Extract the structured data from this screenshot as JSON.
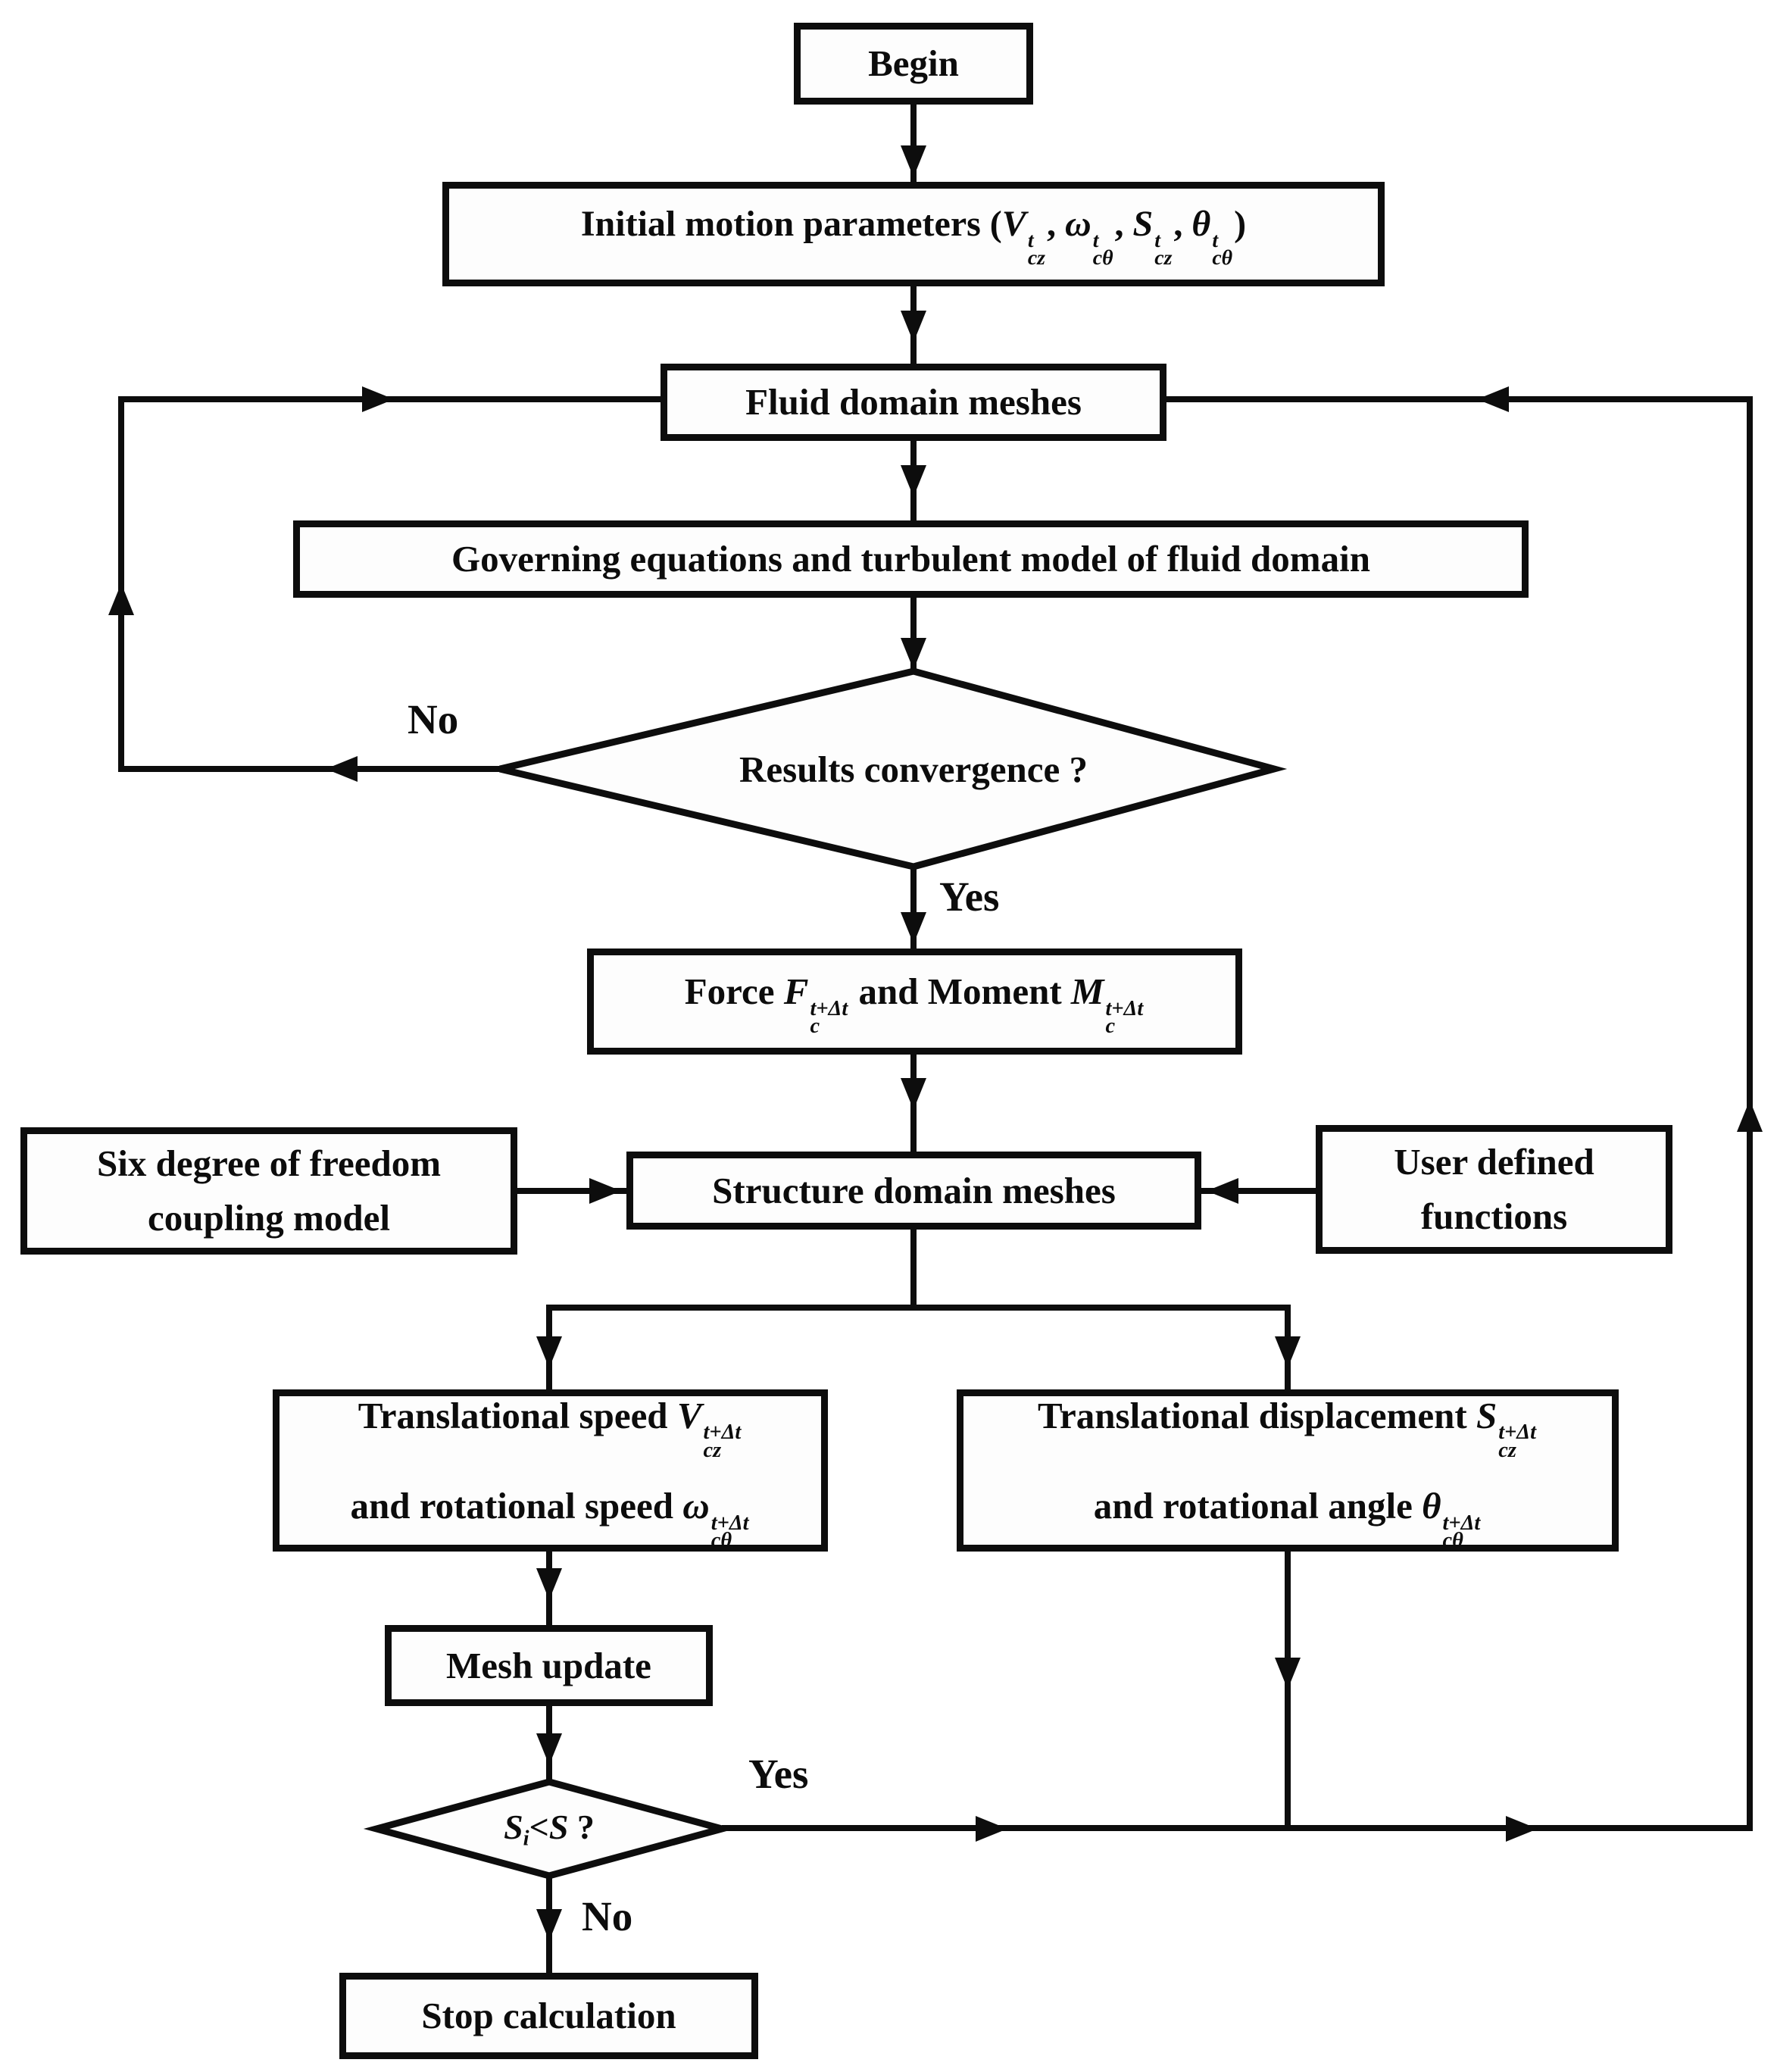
{
  "diagram": {
    "type": "flowchart",
    "colors": {
      "line": "#0d0d0d",
      "box_background": "#fdfdfd",
      "page_background": "#ffffff"
    },
    "nodes": {
      "begin": {
        "lines": [
          [
            {
              "t": "Begin"
            }
          ]
        ]
      },
      "init_params": {
        "lines": [
          [
            {
              "t": "Initial motion parameters ("
            },
            {
              "t": "V",
              "i": 1
            },
            {
              "sup": "t",
              "sub": "cz"
            },
            {
              "t": ", "
            },
            {
              "t": "ω",
              "i": 1
            },
            {
              "sup": "t",
              "sub": "cθ"
            },
            {
              "t": ", "
            },
            {
              "t": "S",
              "i": 1
            },
            {
              "sup": "t",
              "sub": "cz"
            },
            {
              "t": ", "
            },
            {
              "t": "θ",
              "i": 1
            },
            {
              "sup": "t",
              "sub": "cθ"
            },
            {
              "t": ")"
            }
          ]
        ]
      },
      "fluid_meshes": {
        "lines": [
          [
            {
              "t": "Fluid domain meshes"
            }
          ]
        ]
      },
      "governing": {
        "lines": [
          [
            {
              "t": "Governing equations and turbulent model of fluid domain"
            }
          ]
        ]
      },
      "convergence": {
        "lines": [
          [
            {
              "t": "Results convergence ?"
            }
          ]
        ]
      },
      "force_moment": {
        "lines": [
          [
            {
              "t": "Force "
            },
            {
              "t": "F",
              "i": 1
            },
            {
              "sup": "t+Δt",
              "sub": "c"
            },
            {
              "t": " and Moment "
            },
            {
              "t": "M",
              "i": 1
            },
            {
              "sup": "t+Δt",
              "sub": "c"
            }
          ]
        ]
      },
      "six_dof": {
        "lines": [
          [
            {
              "t": "Six degree of freedom"
            }
          ],
          [
            {
              "t": "coupling model"
            }
          ]
        ]
      },
      "structure_meshes": {
        "lines": [
          [
            {
              "t": "Structure domain meshes"
            }
          ]
        ]
      },
      "user_defined": {
        "lines": [
          [
            {
              "t": "User defined"
            }
          ],
          [
            {
              "t": "functions"
            }
          ]
        ]
      },
      "trans_speed": {
        "lines": [
          [
            {
              "t": "Translational speed "
            },
            {
              "t": "V",
              "i": 1
            },
            {
              "sup": "t+Δt",
              "sub": "cz"
            }
          ],
          [
            {
              "t": "and rotational speed "
            },
            {
              "t": "ω",
              "i": 1
            },
            {
              "sup": "t+Δt",
              "sub": "cθ"
            }
          ]
        ]
      },
      "trans_disp": {
        "lines": [
          [
            {
              "t": "Translational displacement "
            },
            {
              "t": "S",
              "i": 1
            },
            {
              "sup": "t+Δt",
              "sub": "cz"
            }
          ],
          [
            {
              "t": "and rotational angle "
            },
            {
              "t": "θ",
              "i": 1
            },
            {
              "sup": "t+Δt",
              "sub": "cθ"
            }
          ]
        ]
      },
      "mesh_update": {
        "lines": [
          [
            {
              "t": "Mesh update"
            }
          ]
        ]
      },
      "step_check": {
        "lines": [
          [
            {
              "t": "S",
              "i": 1
            },
            {
              "sub": "i"
            },
            {
              "t": "<"
            },
            {
              "t": "S",
              "i": 1
            },
            {
              "t": " ?"
            }
          ]
        ]
      },
      "stop_calc": {
        "lines": [
          [
            {
              "t": "Stop calculation"
            }
          ]
        ]
      }
    },
    "edge_labels": {
      "no_convergence": "No",
      "yes_convergence": "Yes",
      "yes_step": "Yes",
      "no_step": "No"
    }
  }
}
